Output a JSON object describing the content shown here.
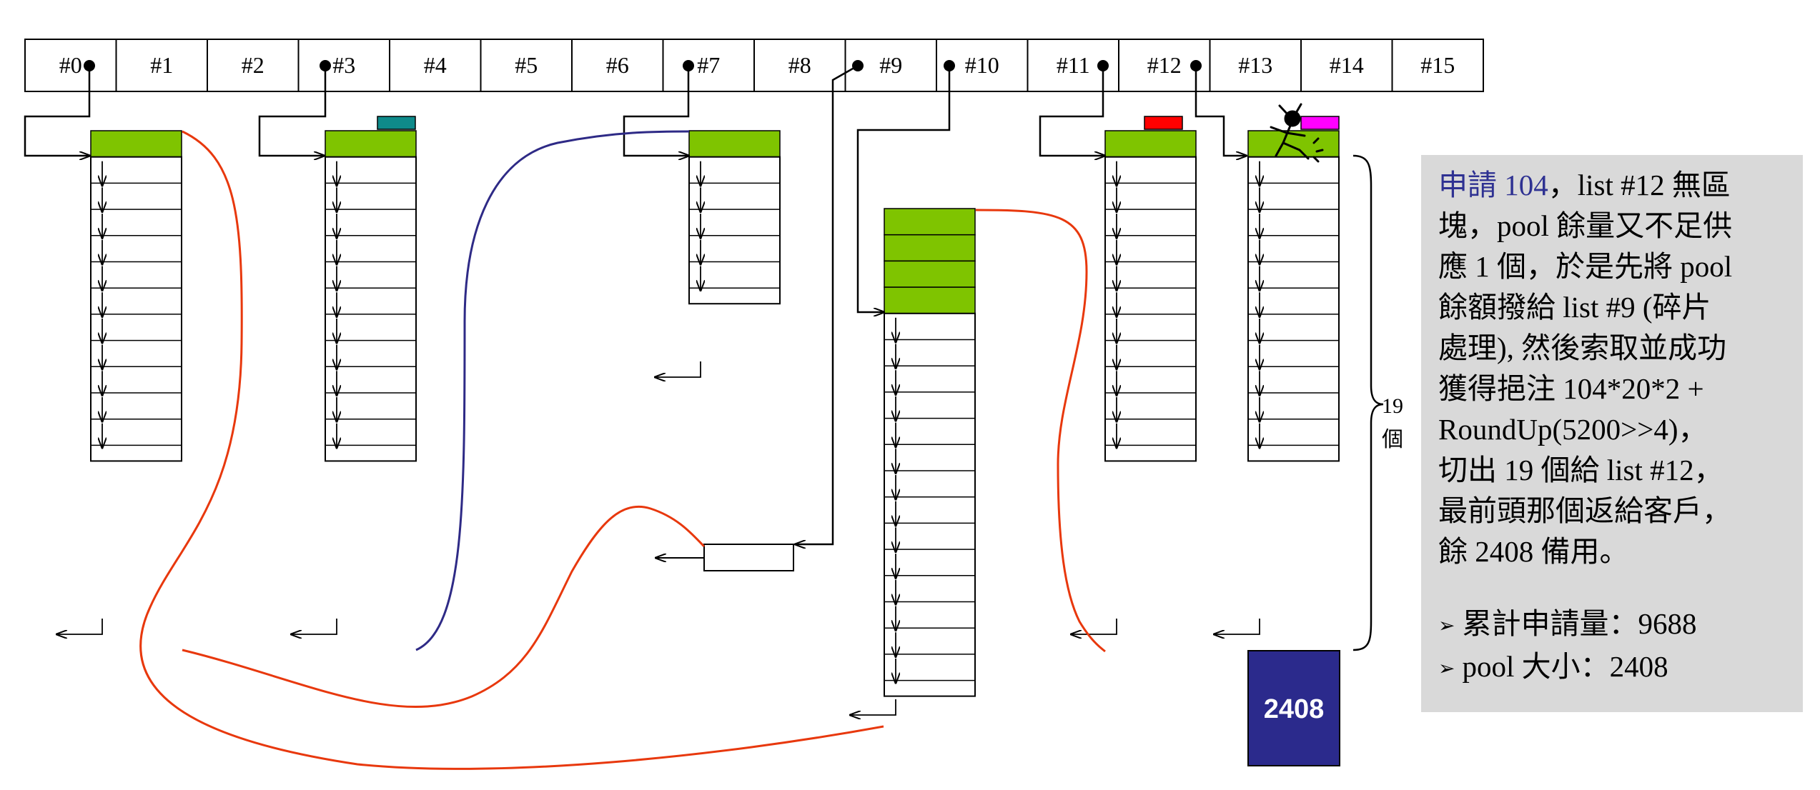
{
  "slots": [
    "#0",
    "#1",
    "#2",
    "#3",
    "#4",
    "#5",
    "#6",
    "#7",
    "#8",
    "#9",
    "#10",
    "#11",
    "#12",
    "#13",
    "#14",
    "#15"
  ],
  "brace_label": {
    "count": "19",
    "unit": "個"
  },
  "pool_value": "2408",
  "info": {
    "line1_highlight": "申請 104",
    "line1_rest": "，list #12 無區",
    "line2": "塊，pool 餘量又不足供",
    "line3": "應 1 個，於是先將 pool",
    "line4": "餘額撥給 list #9 (碎片",
    "line5": "處理), 然後索取並成功",
    "line6": "獲得挹注 104*20*2 +",
    "line7": "RoundUp(5200>>4)，",
    "line8": "切出 19 個給 list #12，",
    "line9": "最前頭那個返給客戶，",
    "line10": "餘 2408 備用。",
    "stat1": "累計申請量：9688",
    "stat2": "pool 大小：2408"
  },
  "colors": {
    "chunk_green": "#7fc400",
    "pool_navy": "#2b2a8c",
    "curve_red": "#e8380d",
    "curve_blue": "#2e2a86",
    "tag_teal": "#0e8a8a",
    "tag_red": "#ff0000",
    "tag_magenta": "#ff00ff",
    "panel_gray": "#d9d9d9"
  }
}
